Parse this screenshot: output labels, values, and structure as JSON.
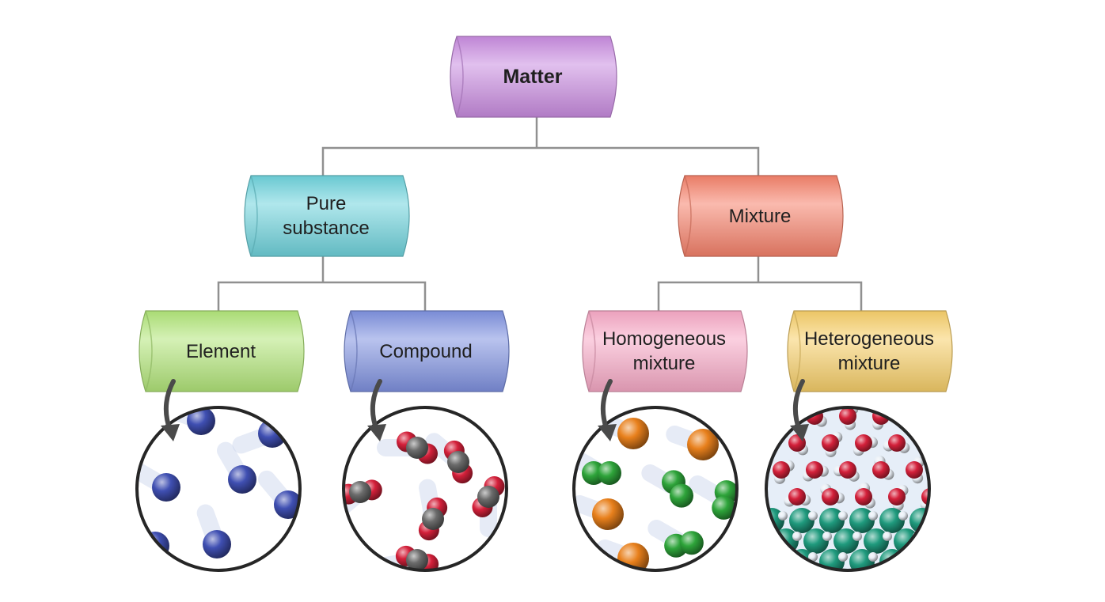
{
  "diagram": {
    "root": {
      "label": "Matter",
      "color": "#c98ce0"
    },
    "level1": [
      {
        "id": "pure",
        "label": "Pure\nsubstance",
        "color": "#6fd3dc"
      },
      {
        "id": "mixture",
        "label": "Mixture",
        "color": "#f5826b"
      }
    ],
    "level2": [
      {
        "id": "element",
        "label": "Element",
        "color": "#b2e67a",
        "atoms": [
          "#3f4fb2"
        ]
      },
      {
        "id": "compound",
        "label": "Compound",
        "color": "#7f92e0",
        "atoms": [
          "#d4203a",
          "#6b6b6b"
        ]
      },
      {
        "id": "homogeneous",
        "label": "Homogeneous\nmixture",
        "color": "#f7a9c6",
        "atoms": [
          "#e8801c",
          "#2ea43a"
        ]
      },
      {
        "id": "heterogeneous",
        "label": "Heterogeneous\nmixture",
        "color": "#f7cf6a",
        "atoms": [
          "#d4203a",
          "#e8eef5",
          "#1f9a7d"
        ]
      }
    ],
    "line_color": "#909090",
    "arrow_color": "#4a4a4a"
  }
}
